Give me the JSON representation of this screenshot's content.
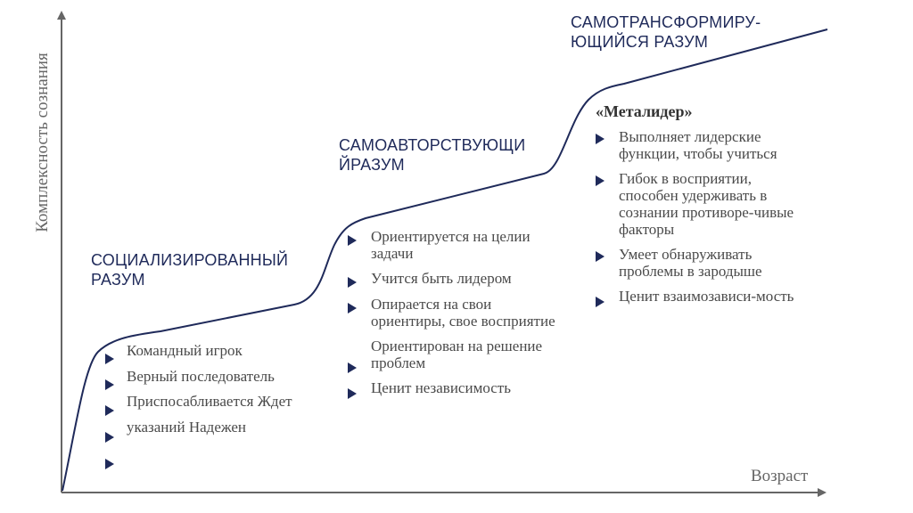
{
  "axes": {
    "y_label": "Комплексность сознания",
    "x_label": "Возраст"
  },
  "colors": {
    "curve": "#1f2a5a",
    "axis": "#666666",
    "stage_title": "#1f2a5a",
    "bullet_text": "#4a4a4a",
    "spellcheck_underline": "#c0392b"
  },
  "stages": [
    {
      "title": "СОЦИАЛИЗИРОВАННЫЙ РАЗУМ",
      "lines": [
        "Командный игрок",
        "Верный последователь",
        "Приспосабливается Ждет",
        "указаний Надежен"
      ],
      "marker_count": 5
    },
    {
      "title": "САМОАВТОРСТВУЮЩИ ЙРАЗУМ",
      "items": [
        "Ориентируется на целии задачи",
        "Учится быть лидером",
        "Опирается на свои ориентиры, свое восприятие",
        "Ориентирован на решение проблем",
        "Ценит независимость"
      ]
    },
    {
      "title": "САМОТРАНСФОРМИРУ-ЮЩИЙСЯ РАЗУМ",
      "subheading": "«Металидер»",
      "items": [
        "Выполняет лидерские функции, чтобы учиться",
        "Гибок в восприятии, способен удерживать в сознании противоре-чивые факторы",
        "Умеет обнаруживать проблемы в зародыше",
        "Ценит взаимозависи-мость"
      ]
    }
  ]
}
